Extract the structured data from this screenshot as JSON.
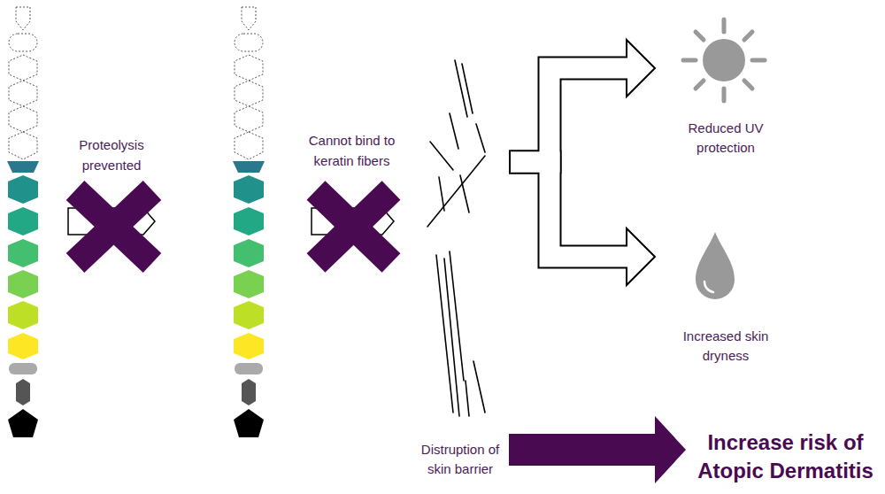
{
  "diagram": {
    "nodes": [
      {
        "text": [
          "Distruption of skin barrier"
        ]
      },
      {
        "text": [
          "Reduced UV protection"
        ]
      },
      {
        "text": [
          "Increased skin dryness"
        ]
      },
      {
        "text": [
          "Increase risk of Atopic Dermatitis"
        ]
      }
    ],
    "edges": [
      {
        "from": 0,
        "to": 1,
        "arrow": "to"
      },
      {
        "from": 0,
        "to": 2,
        "arrow": "to"
      },
      {
        "from": 0,
        "to": 3,
        "arrow": "to"
      }
    ],
    "labels": [
      "Proteolysis prevented",
      "Cannot bind to keratin fibers"
    ]
  }
}
